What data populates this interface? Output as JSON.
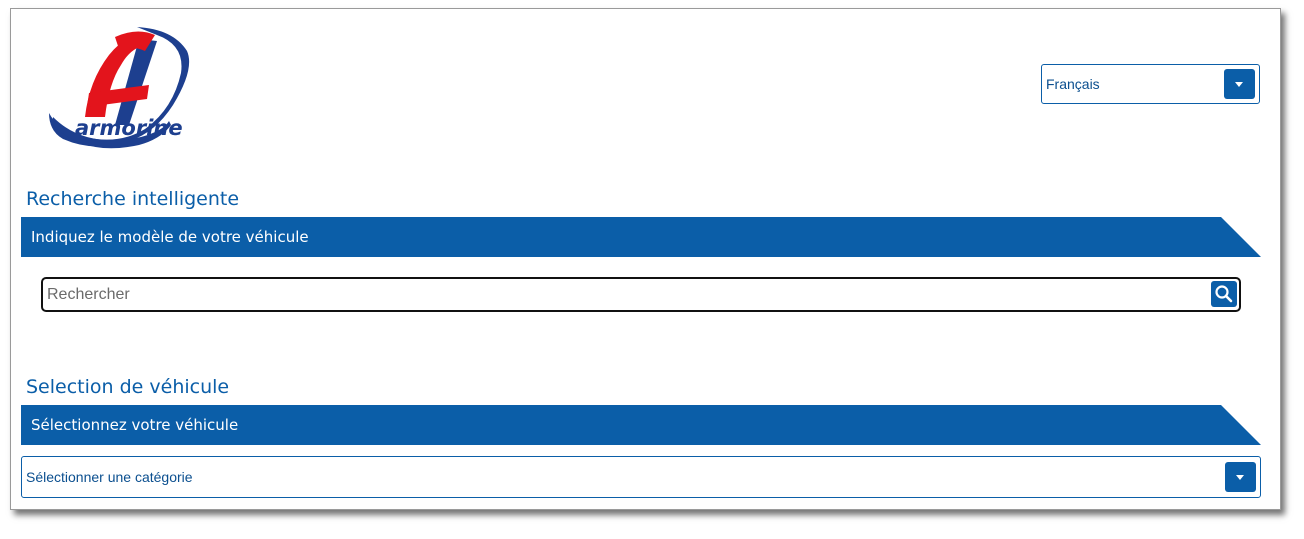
{
  "header": {
    "logo_text": "armorine",
    "language_select": {
      "selected": "Français"
    }
  },
  "smart_search": {
    "title": "Recherche intelligente",
    "banner": "Indiquez le modèle de votre véhicule",
    "search": {
      "placeholder": "Rechercher",
      "value": ""
    }
  },
  "vehicle_selection": {
    "title": "Selection de véhicule",
    "banner": "Sélectionnez votre véhicule",
    "category_select": {
      "selected": "Sélectionner une catégorie"
    }
  },
  "colors": {
    "brand_blue": "#0b5ea8",
    "logo_red": "#e3141c",
    "logo_blue": "#1d3f8f"
  },
  "icons": [
    "armorine-logo",
    "chevron-down-icon",
    "search-icon"
  ]
}
